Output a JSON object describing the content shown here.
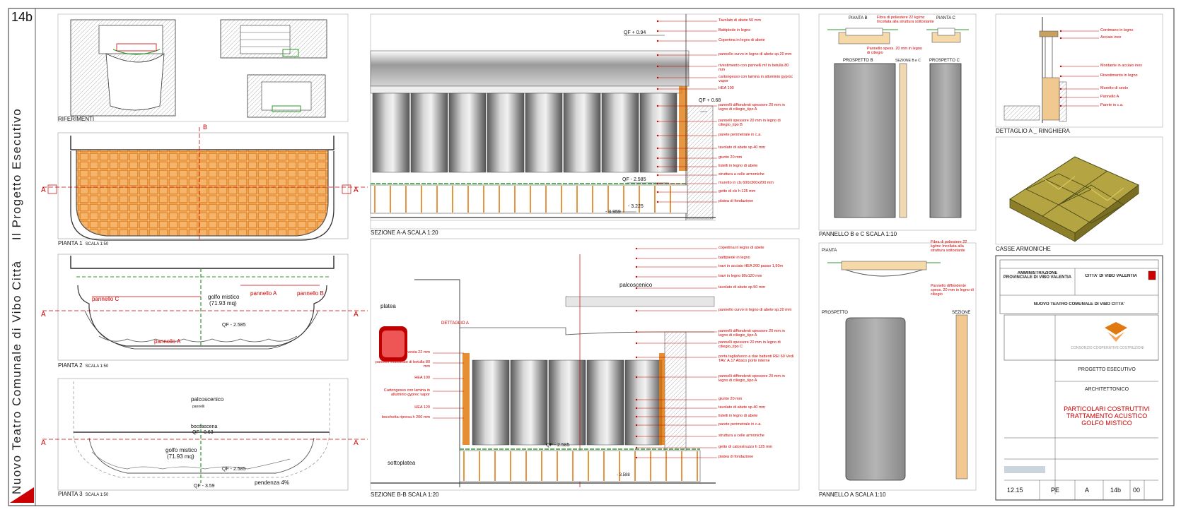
{
  "sheet": {
    "number": "14b",
    "vertical_title_1": "Nuovo Teatro Comunale di Vibo Città",
    "vertical_title_2": "Il Progetto Esecutivo",
    "colors": {
      "accent": "#e07a10",
      "red": "#c00000",
      "green": "#2a9a2a",
      "border": "#555555",
      "grey": "#8c8c8c"
    }
  },
  "views": {
    "riferimenti": "RIFERIMENTI",
    "pianta1": "PIANTA 1",
    "pianta1_scale": "SCALA 1:50",
    "pianta2": "PIANTA 2",
    "pianta2_scale": "SCALA 1:50",
    "pianta3": "PIANTA 3",
    "pianta3_scale": "SCALA 1:50",
    "sezioneAA": "SEZIONE A-A  SCALA 1:20",
    "sezioneBB": "SEZIONE B-B  SCALA 1:20",
    "pannelloBC": "PANNELLO B e C  SCALA 1:10",
    "pannelloA": "PANNELLO A  SCALA 1:10",
    "dettaglioA": "DETTAGLIO A _ RINGHIERA",
    "casse": "CASSE ARMONICHE"
  },
  "plan_labels": {
    "A": "A",
    "B": "B",
    "golfo": "golfo mistico",
    "golfo_area": "(71.93 mq)",
    "qf2585": "QF - 2.585",
    "qf063": "QF - 0.63",
    "qf359": "QF - 3.59",
    "pannelloA": "pannello A",
    "pannelloB": "pannello B",
    "pannelloC": "pannello C",
    "palcoscenico": "palcoscenico",
    "boccascena": "boccascena",
    "pendenza": "pendenza 4%",
    "panneli": "pannelli"
  },
  "sezAA": {
    "qf094": "QF + 0.94",
    "qf068": "QF + 0.68",
    "qf2585": "QF - 2.585",
    "qf3225": "- 3.225",
    "qf3959": "- 3.959",
    "notes": [
      "Tavolato di abete 50 mm",
      "Battipiede in legno",
      "Copertina in legno di abete",
      "pannello curvo in legno di abete sp.20 mm",
      "rivestimento con pannelli mf in betulla 80 mm",
      "cartongesso con lamina in alluminio gyproc vapor",
      "HEA 100",
      "pannelli diffondenti spessore 20 mm in legno di ciliegio_tipo A",
      "pannelli spessore 20 mm in legno di ciliegio_tipo B",
      "parete perimetrale in c.a.",
      "tavolato di abete sp.40 mm",
      "giunto 20 mm",
      "listelli in legno di abete",
      "struttura a celle armoniche",
      "muretto in cls 600x300x200 mm",
      "getto di cls h 125 mm",
      "platea di fondazione"
    ]
  },
  "sezBB": {
    "platea": "platea",
    "sottoplatea": "sottoplatea",
    "palcoscenico": "palcoscenico",
    "dettaglioA": "DETTAGLIO A",
    "qf2585": "QF - 2.585",
    "qf3588": "- 3.588",
    "left_notes": [
      "rivesta 22 mm",
      "pannelli multistrato di betulla 80 mm",
      "HEA 100",
      "Cartongesso con lamina in alluminio gyproc vapor",
      "HEA 120",
      "bocchetta ripresa h 200 mm"
    ],
    "notes": [
      "copertina in legno di abete",
      "battipiede in legno",
      "travi in acciaio HEA 200 passo 1,50m",
      "travi in legno 80x120 mm",
      "tavolato di abete sp.50 mm",
      "pannello curvo in legno di abete sp.20 mm",
      "pannelli diffondenti spessore 20 mm in legno di ciliegio_tipo A",
      "pannelli spessore 20 mm in legno di ciliegio_tipo C",
      "porta tagliafuoco a due battenti REI 60 Vedi TAV. A.17 Abaco porte interne",
      "pannelli diffondenti spessore 20 mm in legno di ciliegio_tipo A",
      "giunto 20 mm",
      "tavolato di abete sp.40 mm",
      "listelli in legno di abete",
      "parete perimetrale in c.a.",
      "struttura a celle armoniche",
      "getto di calcestruzzo h 125 mm",
      "platea di fondazione"
    ]
  },
  "panels": {
    "piantaB": "PIANTA B",
    "piantaC": "PIANTA C",
    "prospettoB": "PROSPETTO B",
    "sezioneBC": "SEZIONE B e C",
    "prospettoC": "PROSPETTO C",
    "pianta": "PIANTA",
    "prospetto": "PROSPETTO",
    "sezione": "SEZIONE",
    "n1": "Fibra di poliestere 22 kg/mc Incollata alla struttura sottostante",
    "n2": "Pannello spess. 20 mm in legno di ciliegio",
    "n3": "Fibra di poliestere 22 kg/mc Incollata alla struttura sottostante",
    "n4": "Pannello diffondente spess. 20 mm in legno di ciliegio"
  },
  "dettaglio": {
    "notes": [
      "Corrimano in legno",
      "Acciaio inox",
      "Montante in acciaio inox",
      "Rivestimento in legno",
      "Muretto di sesto",
      "Pannello A",
      "Parete in c.a."
    ]
  },
  "titleblock": {
    "ente": "AMMINISTRAZIONE PROVINCIALE DI VIBO VALENTIA",
    "citta": "CITTA' DI VIBO VALENTIA",
    "oggetto": "NUOVO TEATRO COMUNALE DI VIBO CITTA'",
    "impresa": "CONSORZIO COOPERATIVE COSTRUZIONI",
    "fase": "PROGETTO ESECUTIVO",
    "disciplina": "ARCHITETTONICO",
    "titolo1": "PARTICOLARI COSTRUTTIVI",
    "titolo2": "TRATTAMENTO ACUSTICO",
    "titolo3": "GOLFO MISTICO",
    "codice": "12.15",
    "livello": "PE",
    "cat": "A",
    "tav": "14b",
    "rev": "00"
  }
}
